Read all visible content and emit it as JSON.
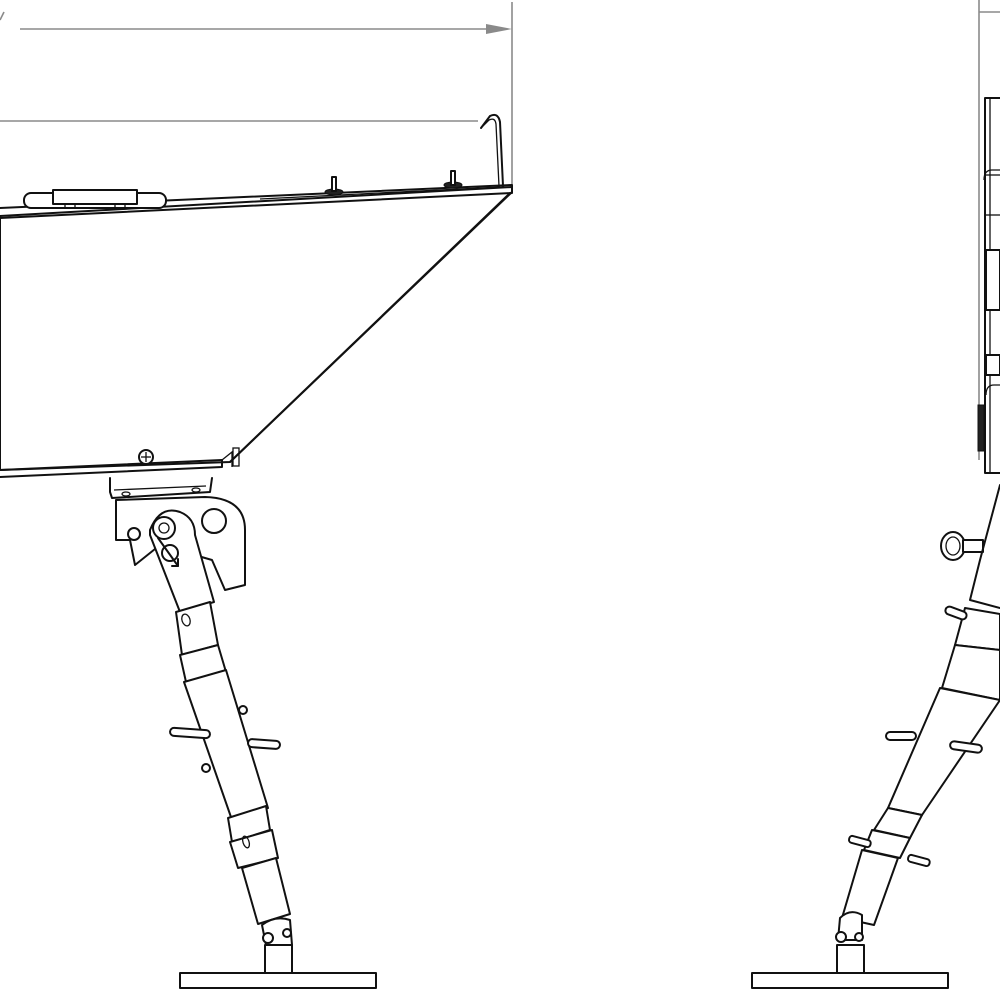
{
  "drawing": {
    "type": "technical-line-drawing",
    "views": [
      {
        "name": "side-view",
        "components": [
          "hopper-body",
          "hinged-lid-latch",
          "lid-studs",
          "hook-rod",
          "mounting-bracket",
          "pivot-pin",
          "telescoping-leg",
          "leg-cross-pins",
          "universal-joint",
          "base-plate"
        ]
      },
      {
        "name": "front-view",
        "components": [
          "hopper-body-edge",
          "ring-pull-pin",
          "telescoping-leg",
          "leg-cross-pins",
          "universal-joint",
          "base-plate"
        ]
      }
    ],
    "dimension_lines": [
      {
        "name": "overall-width-dimension",
        "color": "#8a8a8a"
      },
      {
        "name": "lid-width-dimension",
        "color": "#8a8a8a"
      }
    ],
    "colors": {
      "line": "#111111",
      "dimension": "#8a8a8a",
      "background": "#ffffff"
    }
  }
}
